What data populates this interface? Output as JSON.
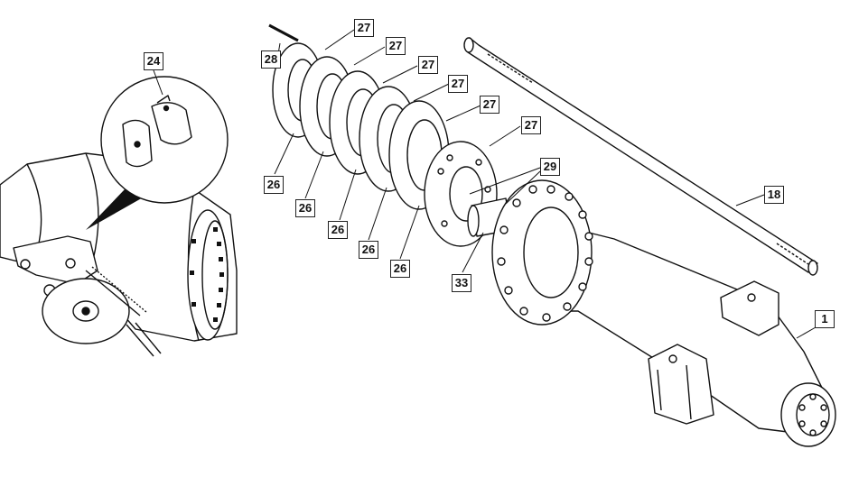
{
  "diagram": {
    "callouts": [
      {
        "id": "c-24",
        "label": "24"
      },
      {
        "id": "c-28",
        "label": "28"
      },
      {
        "id": "c-27a",
        "label": "27"
      },
      {
        "id": "c-27b",
        "label": "27"
      },
      {
        "id": "c-27c",
        "label": "27"
      },
      {
        "id": "c-27d",
        "label": "27"
      },
      {
        "id": "c-27e",
        "label": "27"
      },
      {
        "id": "c-27f",
        "label": "27"
      },
      {
        "id": "c-29",
        "label": "29"
      },
      {
        "id": "c-26a",
        "label": "26"
      },
      {
        "id": "c-26b",
        "label": "26"
      },
      {
        "id": "c-26c",
        "label": "26"
      },
      {
        "id": "c-26d",
        "label": "26"
      },
      {
        "id": "c-26e",
        "label": "26"
      },
      {
        "id": "c-33",
        "label": "33"
      },
      {
        "id": "c-18",
        "label": "18"
      },
      {
        "id": "c-1",
        "label": "1"
      }
    ]
  }
}
